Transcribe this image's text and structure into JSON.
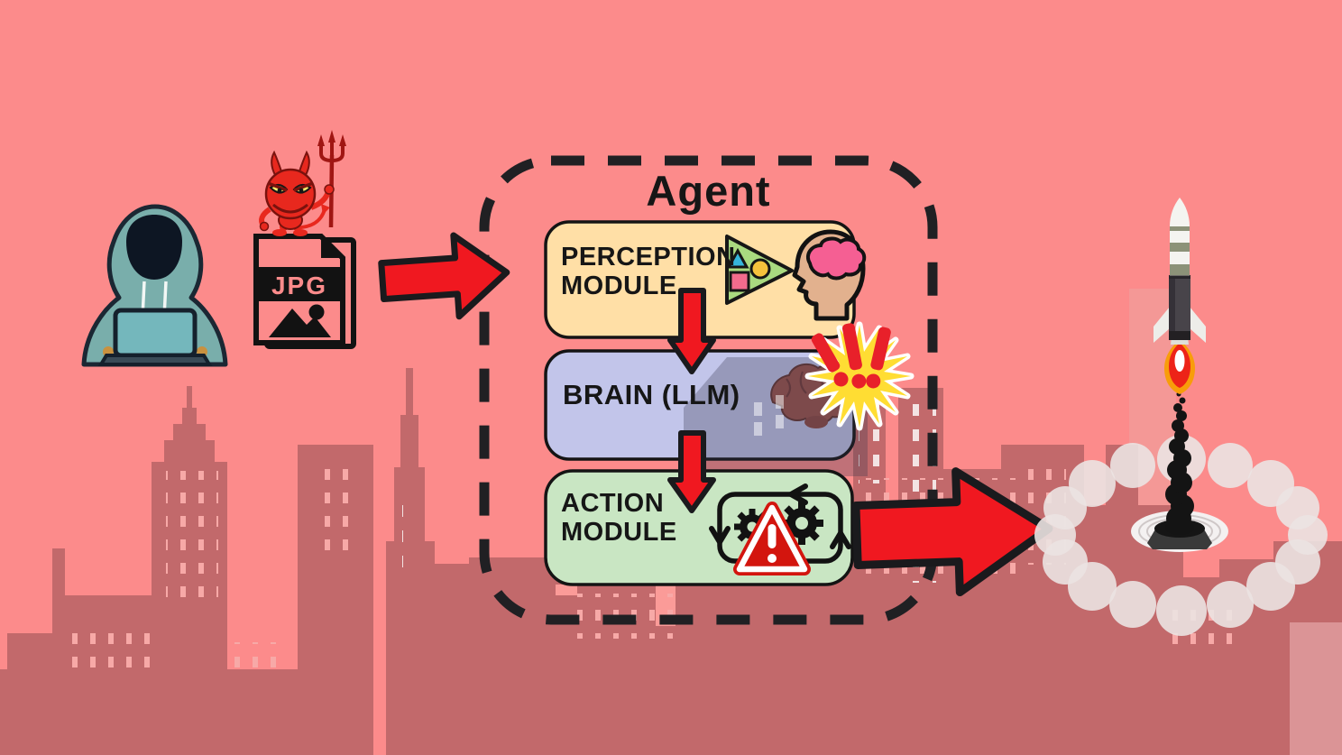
{
  "agent": {
    "title": "Agent"
  },
  "modules": {
    "perception": {
      "label": "PERCEPTION MODULE"
    },
    "brain": {
      "label": "BRAIN (LLM)"
    },
    "action": {
      "label": "ACTION MODULE"
    }
  },
  "malicious_file": {
    "label": "JPG"
  },
  "icons": {
    "hacker": "hooded-hacker-with-laptop",
    "devil": "devil-with-trident-on-file",
    "file": "jpg-image-file",
    "perception": "vision-cone-into-head-with-brain",
    "brain": "damaged-brain",
    "explosion": "starburst-with-exclamation-marks",
    "action": "gears-cycle-with-warning-triangle",
    "rocket": "missile-launching-from-city",
    "flow": "red-arrows"
  },
  "colors": {
    "background": "#FC8B8B",
    "skyline": "#C2696B",
    "perception_box": "#FFDFA6",
    "brain_box": "#C2C5EA",
    "action_box": "#C9E6C3",
    "arrow_red": "#F01820",
    "arrow_outline": "#1A1A1D",
    "explosion_yellow": "#FFDD33",
    "warning_red": "#D3150E",
    "box_border": "#141414"
  }
}
